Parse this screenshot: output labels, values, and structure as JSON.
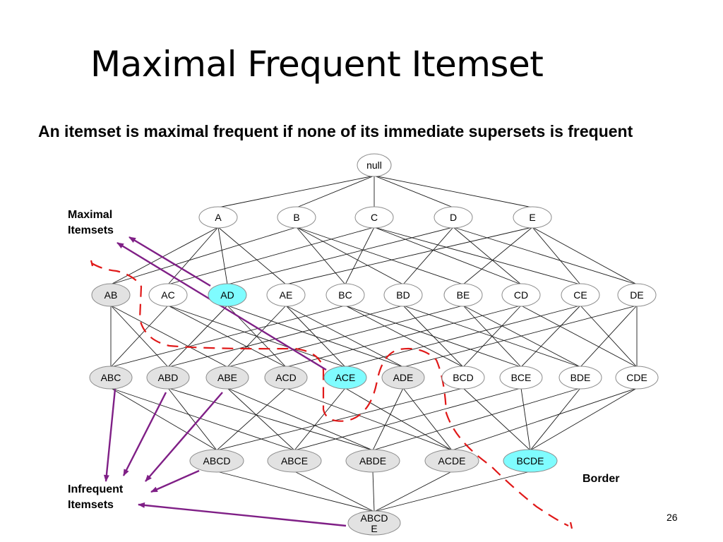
{
  "title": "Maximal Frequent Itemset",
  "subtitle": "An itemset is maximal frequent if none of its immediate supersets is frequent",
  "labels": {
    "maximal": [
      "Maximal",
      "Itemsets"
    ],
    "infrequent": [
      "Infrequent",
      "Itemsets"
    ],
    "border": "Border"
  },
  "slide_number": "26",
  "colors": {
    "maximal_fill": "#7ffcff",
    "infrequent_fill": "#e2e2e2",
    "frequent_fill": "#ffffff",
    "arrow": "#7f1f86",
    "border_line": "#e01818"
  },
  "levels": [
    [
      {
        "id": "null",
        "label": "null",
        "status": "frequent"
      }
    ],
    [
      {
        "id": "A",
        "label": "A",
        "status": "frequent"
      },
      {
        "id": "B",
        "label": "B",
        "status": "frequent"
      },
      {
        "id": "C",
        "label": "C",
        "status": "frequent"
      },
      {
        "id": "D",
        "label": "D",
        "status": "frequent"
      },
      {
        "id": "E",
        "label": "E",
        "status": "frequent"
      }
    ],
    [
      {
        "id": "AB",
        "label": "AB",
        "status": "infrequent"
      },
      {
        "id": "AC",
        "label": "AC",
        "status": "frequent"
      },
      {
        "id": "AD",
        "label": "AD",
        "status": "maximal"
      },
      {
        "id": "AE",
        "label": "AE",
        "status": "frequent"
      },
      {
        "id": "BC",
        "label": "BC",
        "status": "frequent"
      },
      {
        "id": "BD",
        "label": "BD",
        "status": "frequent"
      },
      {
        "id": "BE",
        "label": "BE",
        "status": "frequent"
      },
      {
        "id": "CD",
        "label": "CD",
        "status": "frequent"
      },
      {
        "id": "CE",
        "label": "CE",
        "status": "frequent"
      },
      {
        "id": "DE",
        "label": "DE",
        "status": "frequent"
      }
    ],
    [
      {
        "id": "ABC",
        "label": "ABC",
        "status": "infrequent"
      },
      {
        "id": "ABD",
        "label": "ABD",
        "status": "infrequent"
      },
      {
        "id": "ABE",
        "label": "ABE",
        "status": "infrequent"
      },
      {
        "id": "ACD",
        "label": "ACD",
        "status": "infrequent"
      },
      {
        "id": "ACE",
        "label": "ACE",
        "status": "maximal"
      },
      {
        "id": "ADE",
        "label": "ADE",
        "status": "infrequent"
      },
      {
        "id": "BCD",
        "label": "BCD",
        "status": "frequent"
      },
      {
        "id": "BCE",
        "label": "BCE",
        "status": "frequent"
      },
      {
        "id": "BDE",
        "label": "BDE",
        "status": "frequent"
      },
      {
        "id": "CDE",
        "label": "CDE",
        "status": "frequent"
      }
    ],
    [
      {
        "id": "ABCD",
        "label": "ABCD",
        "status": "infrequent"
      },
      {
        "id": "ABCE",
        "label": "ABCE",
        "status": "infrequent"
      },
      {
        "id": "ABDE",
        "label": "ABDE",
        "status": "infrequent"
      },
      {
        "id": "ACDE",
        "label": "ACDE",
        "status": "infrequent"
      },
      {
        "id": "BCDE",
        "label": "BCDE",
        "status": "maximal"
      }
    ],
    [
      {
        "id": "ABCDE",
        "label": [
          "ABCD",
          "E"
        ],
        "status": "infrequent"
      }
    ]
  ],
  "maximal_arrow_targets": [
    "AD",
    "ACE"
  ],
  "infrequent_arrow_sources": [
    "ABC",
    "ABD",
    "ABE",
    "ABCD",
    "ABCDE"
  ]
}
